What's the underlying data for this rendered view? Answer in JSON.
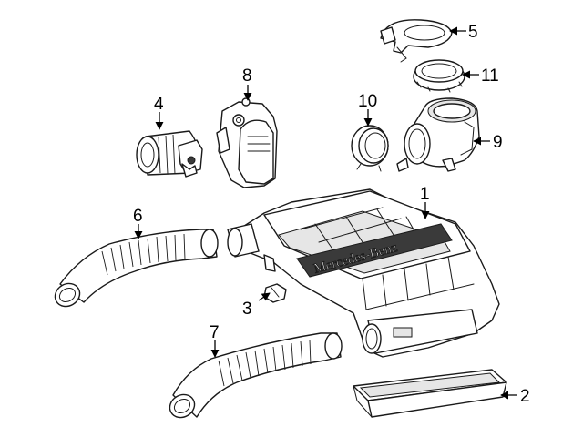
{
  "diagram": {
    "brand_text": "Mercedes-Benz",
    "callouts": [
      {
        "id": "1",
        "label": "1"
      },
      {
        "id": "2",
        "label": "2"
      },
      {
        "id": "3",
        "label": "3"
      },
      {
        "id": "4",
        "label": "4"
      },
      {
        "id": "5",
        "label": "5"
      },
      {
        "id": "6",
        "label": "6"
      },
      {
        "id": "7",
        "label": "7"
      },
      {
        "id": "8",
        "label": "8"
      },
      {
        "id": "9",
        "label": "9"
      },
      {
        "id": "10",
        "label": "10"
      },
      {
        "id": "11",
        "label": "11"
      }
    ]
  }
}
